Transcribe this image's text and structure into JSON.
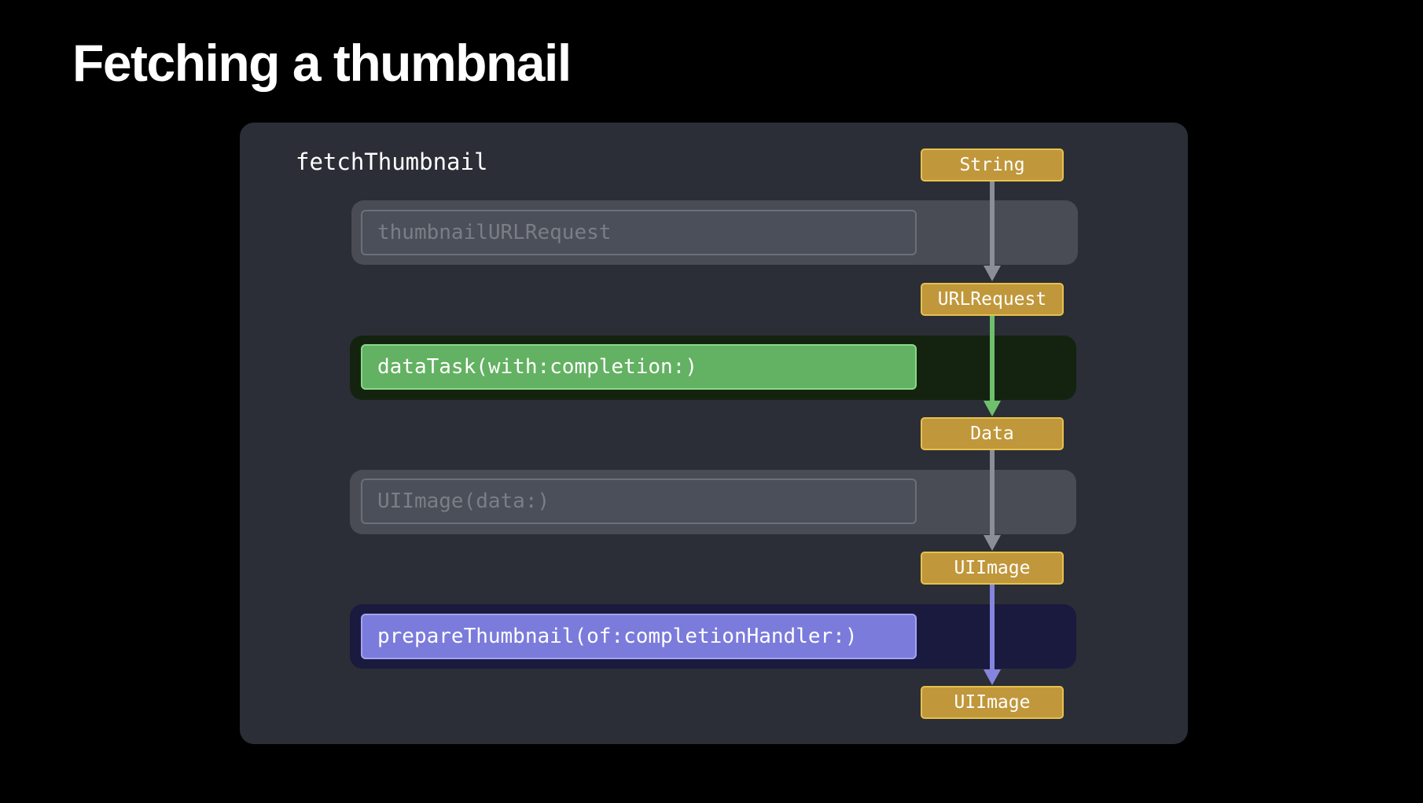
{
  "title": "Fetching a thumbnail",
  "function_name": "fetchThumbnail",
  "steps": [
    {
      "label": "thumbnailURLRequest",
      "state": "inactive"
    },
    {
      "label": "dataTask(with:completion:)",
      "state": "active"
    },
    {
      "label": "UIImage(data:)",
      "state": "inactive"
    },
    {
      "label": "prepareThumbnail(of:completionHandler:)",
      "state": "active"
    }
  ],
  "types": [
    "String",
    "URLRequest",
    "Data",
    "UIImage",
    "UIImage"
  ],
  "colors": {
    "background": "#000000",
    "panel": "#2b2e36",
    "type_fill": "#c0973a",
    "type_border": "#e6c14d",
    "inactive_band": "#494c55",
    "inactive_box": "#4b4f59",
    "inactive_text": "#7b7e86",
    "green_band": "#14230f",
    "green_box": "#63b162",
    "purple_band": "#1a1a3e",
    "purple_box": "#7b7bdc",
    "gray_arrow": "#8a8e99",
    "green_arrow": "#6fc06b",
    "purple_arrow": "#8585e0"
  }
}
